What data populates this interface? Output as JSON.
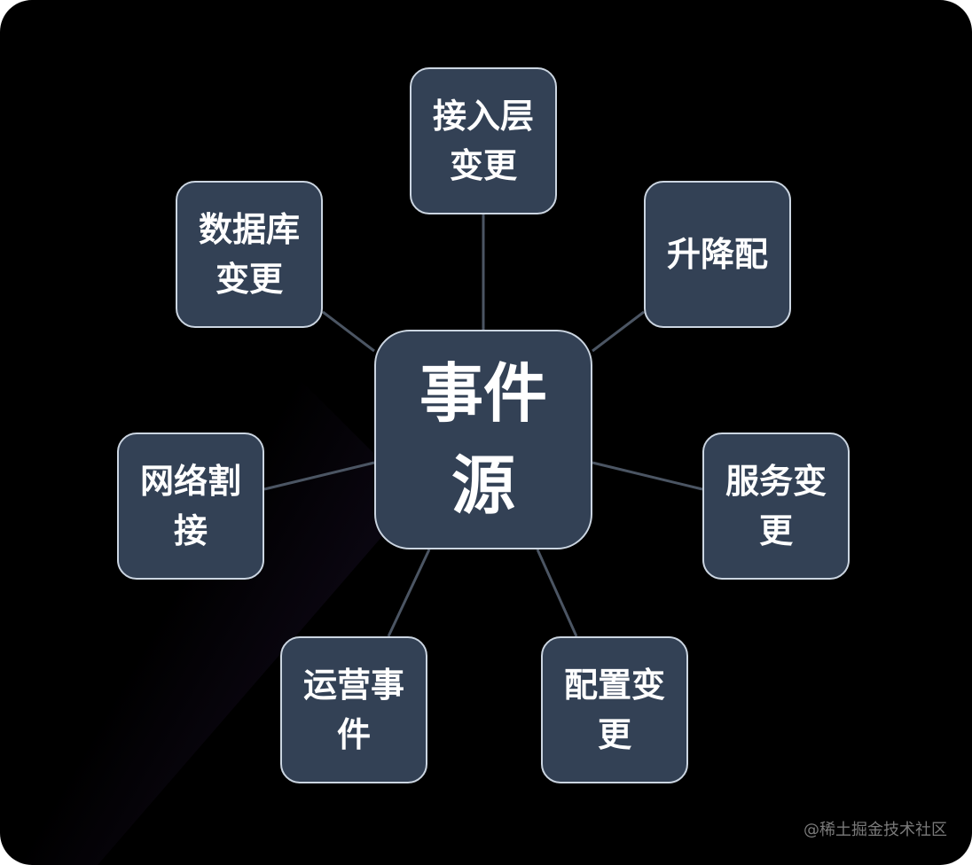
{
  "diagram": {
    "center": {
      "label": "事件源"
    },
    "nodes": [
      {
        "id": "access",
        "label": "接入层变更"
      },
      {
        "id": "degrade",
        "label": "升降配"
      },
      {
        "id": "service",
        "label": "服务变更"
      },
      {
        "id": "config",
        "label": "配置变更"
      },
      {
        "id": "ops",
        "label": "运营事件"
      },
      {
        "id": "network",
        "label": "网络割接"
      },
      {
        "id": "database",
        "label": "数据库变更"
      }
    ]
  },
  "colors": {
    "node_fill": "#334155",
    "node_border": "#cbd5e1",
    "edge": "#4b5563",
    "background": "#000000",
    "gradient": "#3c235f"
  },
  "watermark": "@稀土掘金技术社区"
}
